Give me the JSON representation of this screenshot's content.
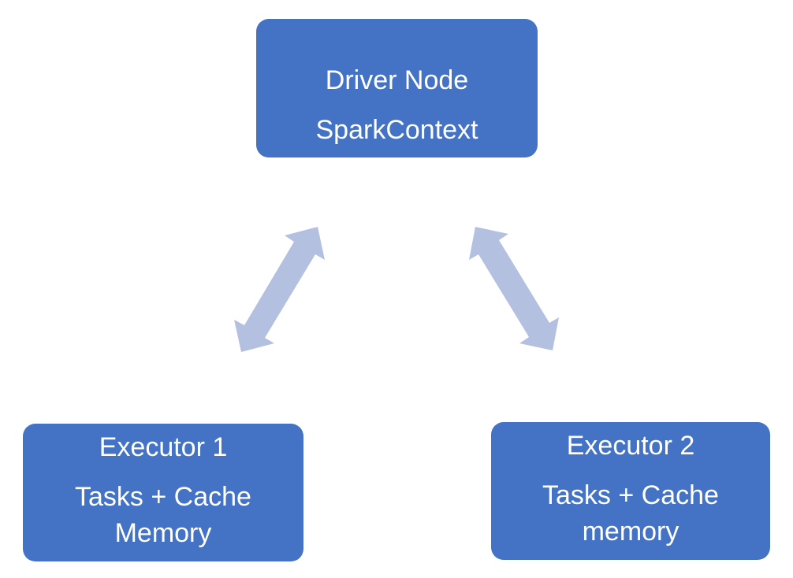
{
  "diagram": {
    "driver": {
      "line1": "Driver Node",
      "line2": "SparkContext"
    },
    "executor1": {
      "line1": "Executor 1",
      "line2": "Tasks + Cache",
      "line3": "Memory"
    },
    "executor2": {
      "line1": "Executor 2",
      "line2": "Tasks + Cache",
      "line3": "memory"
    },
    "colors": {
      "node_fill": "#4472c4",
      "node_text": "#ffffff",
      "arrow_fill": "#b4c0e0"
    }
  }
}
